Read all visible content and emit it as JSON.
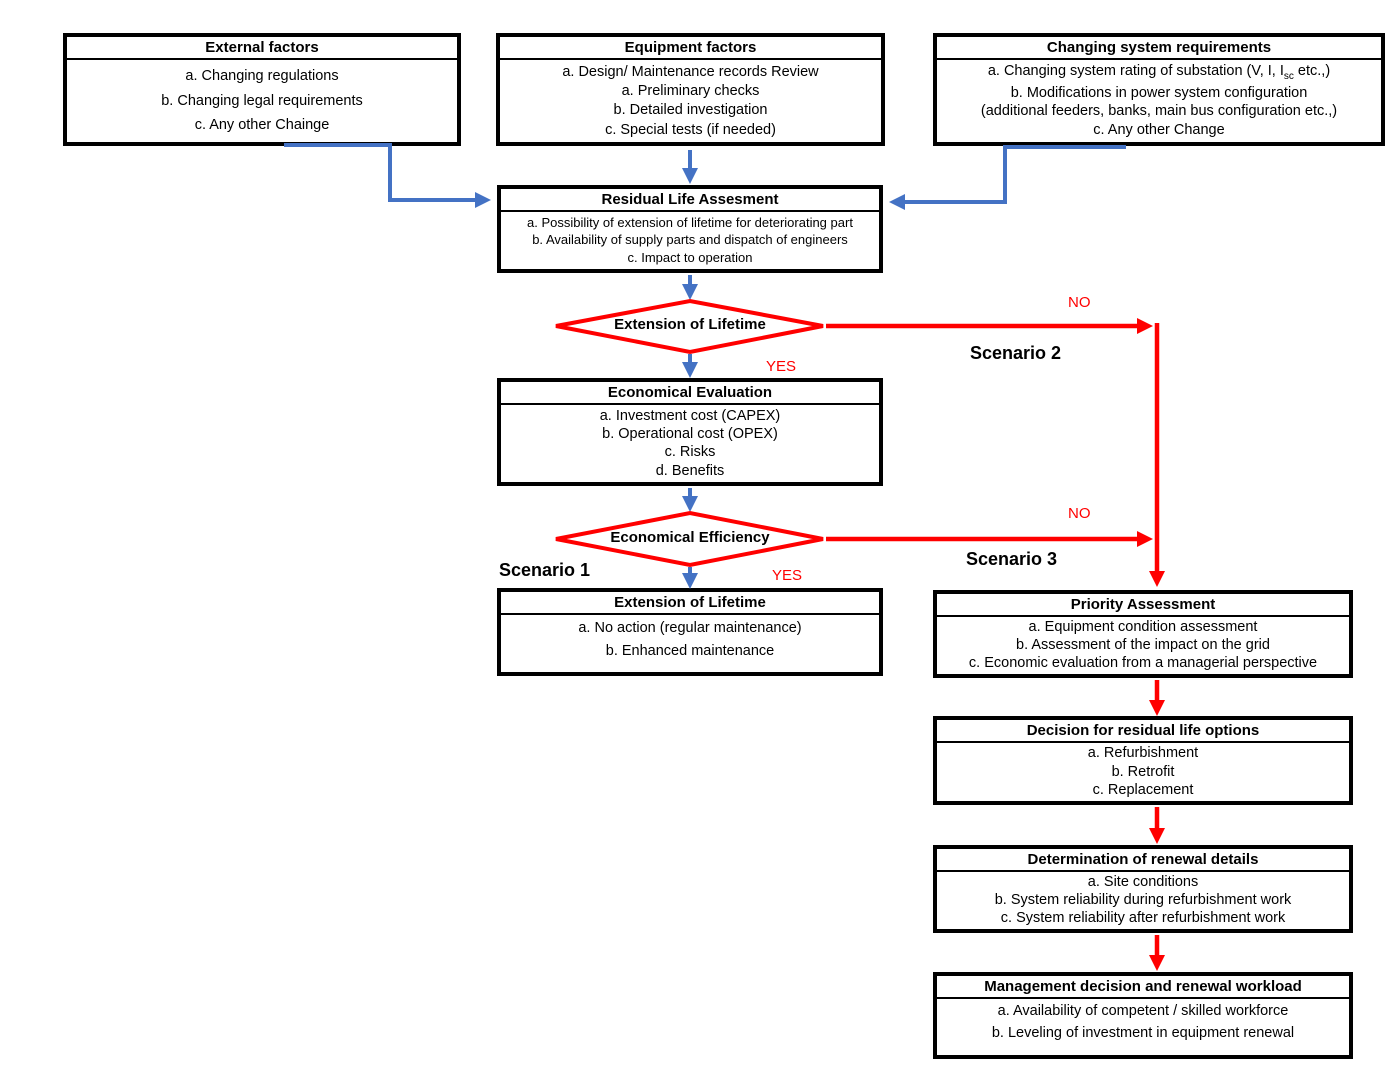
{
  "diagram": {
    "boxes": {
      "external_factors": {
        "title": "External factors",
        "items": [
          "a. Changing regulations",
          "b. Changing legal requirements",
          "c. Any other Chainge"
        ]
      },
      "equipment_factors": {
        "title": "Equipment factors",
        "items": [
          "a. Design/ Maintenance records Review",
          "a. Preliminary checks",
          "b. Detailed investigation",
          "c. Special tests (if needed)"
        ]
      },
      "changing_system_requirements": {
        "title": "Changing system requirements",
        "item_a": {
          "pre": "a. Changing system rating of substation (V, I, I",
          "sub": "sc",
          "post": " etc.,)"
        },
        "items": [
          "b. Modifications in power system configuration",
          "(additional feeders, banks, main bus configuration etc.,)",
          "c. Any other Change"
        ]
      },
      "residual_life_assesment": {
        "title": "Residual Life Assesment",
        "items": [
          "a. Possibility of extension of lifetime for deteriorating part",
          "b. Availability of supply parts and dispatch of engineers",
          "c. Impact to operation"
        ]
      },
      "economical_evaluation": {
        "title": "Economical Evaluation",
        "items": [
          "a. Investment cost (CAPEX)",
          "b. Operational cost (OPEX)",
          "c. Risks",
          "d. Benefits"
        ]
      },
      "extension_of_lifetime_box": {
        "title": "Extension of Lifetime",
        "items": [
          "a. No action (regular maintenance)",
          "b. Enhanced maintenance"
        ]
      },
      "priority_assessment": {
        "title": "Priority Assessment",
        "items": [
          "a. Equipment condition assessment",
          "b. Assessment of the impact on the grid",
          "c. Economic evaluation from a managerial perspective"
        ]
      },
      "decision_for_residual_life_options": {
        "title": "Decision for residual life options",
        "items": [
          "a. Refurbishment",
          "b. Retrofit",
          "c. Replacement"
        ]
      },
      "determination_of_renewal_details": {
        "title": "Determination of renewal details",
        "items": [
          "a. Site conditions",
          "b. System reliability during refurbishment work",
          "c. System reliability after refurbishment work"
        ]
      },
      "management_decision_and_renewal_workload": {
        "title": "Management decision and renewal workload",
        "items": [
          "a. Availability of competent / skilled workforce",
          "b. Leveling of investment in equipment renewal"
        ]
      }
    },
    "decisions": {
      "extension_of_lifetime": "Extension of Lifetime",
      "economical_efficiency": "Economical Efficiency"
    },
    "labels": {
      "yes_1": "YES",
      "no_1": "NO",
      "yes_2": "YES",
      "no_2": "NO",
      "scenario_1": "Scenario 1",
      "scenario_2": "Scenario 2",
      "scenario_3": "Scenario 3"
    },
    "colors": {
      "connector_blue": "#4472C4",
      "connector_red": "#FF0000",
      "box_border": "#000000"
    }
  }
}
